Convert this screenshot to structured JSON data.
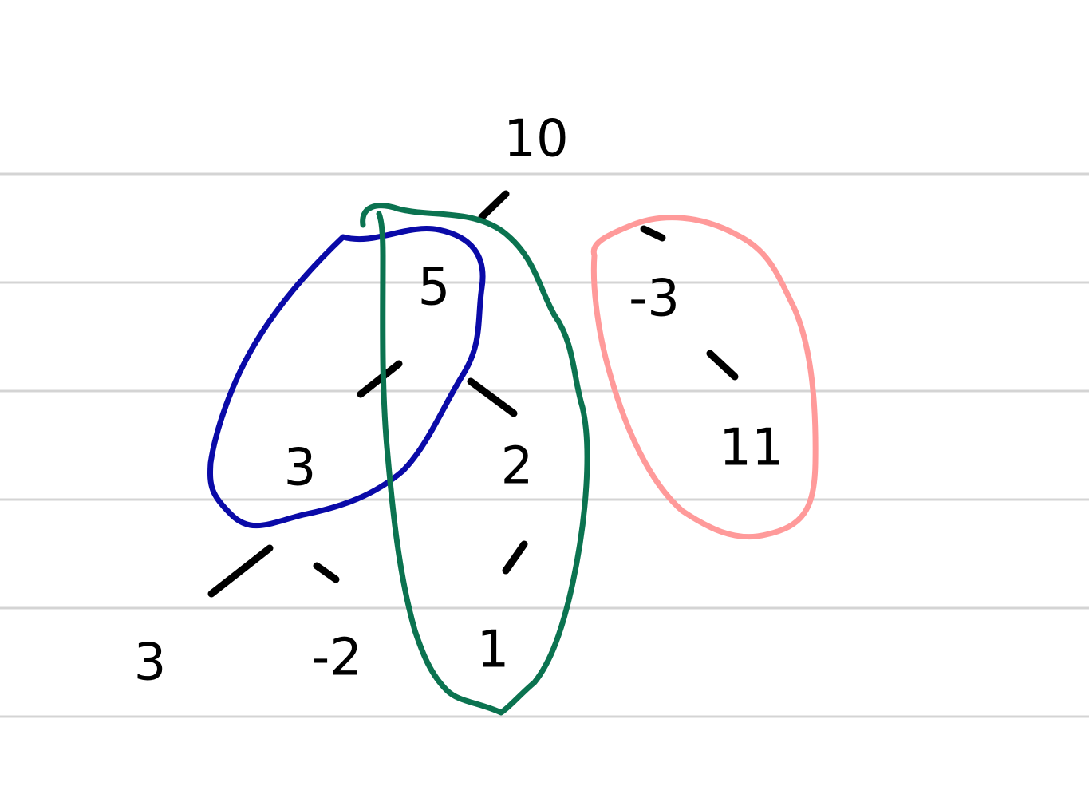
{
  "tree": {
    "nodes": [
      {
        "id": "root",
        "label": "10"
      },
      {
        "id": "n5",
        "label": "5"
      },
      {
        "id": "n-3",
        "label": "-3"
      },
      {
        "id": "n3",
        "label": "3"
      },
      {
        "id": "n2",
        "label": "2"
      },
      {
        "id": "n11",
        "label": "11"
      },
      {
        "id": "n3b",
        "label": "3"
      },
      {
        "id": "n-2",
        "label": "-2"
      },
      {
        "id": "n1",
        "label": "1"
      }
    ],
    "edges": [
      [
        "root",
        "n5"
      ],
      [
        "root",
        "n-3"
      ],
      [
        "n5",
        "n3"
      ],
      [
        "n5",
        "n2"
      ],
      [
        "n-3",
        "n11"
      ],
      [
        "n3",
        "n3b"
      ],
      [
        "n3",
        "n-2"
      ],
      [
        "n2",
        "n1"
      ]
    ]
  },
  "highlights": [
    {
      "id": "blue-loop",
      "color": "#0a0aa8"
    },
    {
      "id": "green-loop",
      "color": "#0b7350"
    },
    {
      "id": "pink-loop",
      "color": "#ff9a9a"
    }
  ]
}
